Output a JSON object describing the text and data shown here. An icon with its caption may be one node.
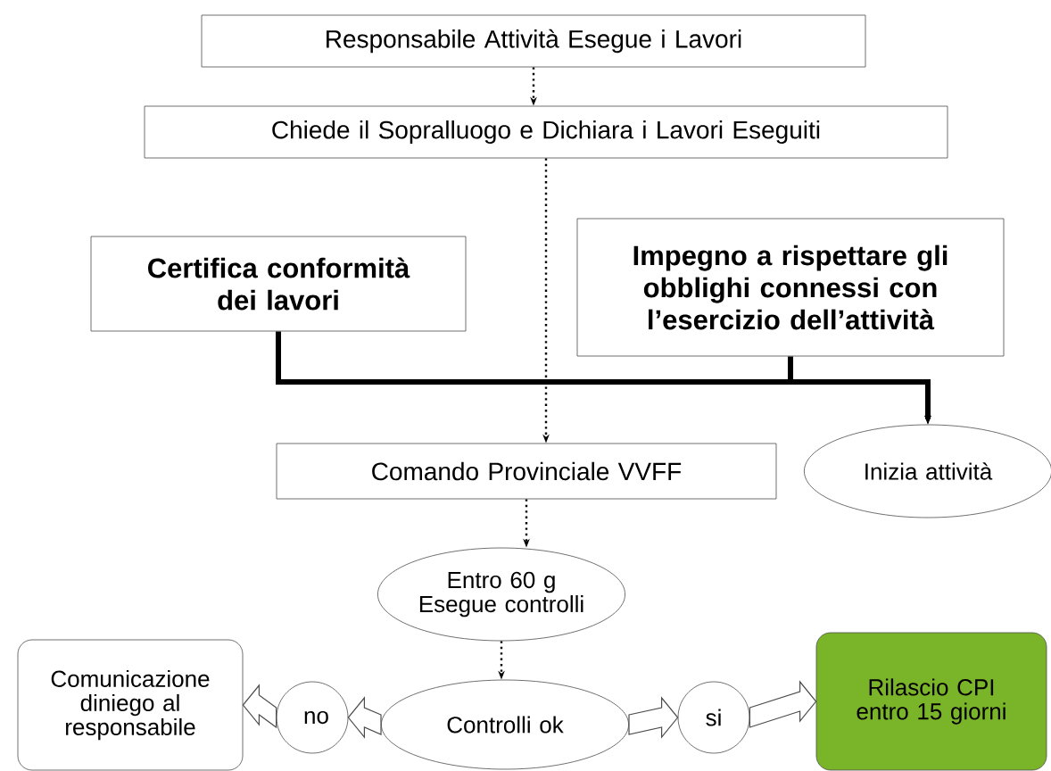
{
  "diagram": {
    "nodes": [
      {
        "text": [
          "Responsabile Attività Esegue i Lavori"
        ]
      },
      {
        "text": [
          "Chiede il Sopralluogo e Dichiara i Lavori Eseguiti"
        ]
      },
      {
        "text": [
          "Certifica conformità dei lavori"
        ]
      },
      {
        "text": [
          "Impegno a rispettare gli obblighi connessi con l’esercizio dell’attività"
        ]
      },
      {
        "text": [
          "Comando Provinciale VVFF"
        ]
      },
      {
        "text": [
          "Inizia attività"
        ]
      },
      {
        "text": [
          "Entro 60 g Esegue controlli"
        ]
      },
      {
        "text": [
          "Controlli ok"
        ]
      },
      {
        "text": [
          "no"
        ]
      },
      {
        "text": [
          "si"
        ]
      },
      {
        "text": [
          "Comunicazione diniego al responsabile"
        ]
      },
      {
        "text": [
          "Rilascio CPI entro 15 giorni"
        ]
      }
    ],
    "edges": [
      {
        "from": 0,
        "to": 1,
        "arrow": "to",
        "style": "dashed"
      },
      {
        "from": 1,
        "to": 4,
        "arrow": "to",
        "style": "dashed"
      },
      {
        "from": 2,
        "to": 5,
        "arrow": "to",
        "style": "thick"
      },
      {
        "from": 3,
        "to": 5,
        "arrow": "to",
        "style": "thick"
      },
      {
        "from": 4,
        "to": 6,
        "arrow": "to",
        "style": "dashed"
      },
      {
        "from": 6,
        "to": 7,
        "arrow": "to",
        "style": "dashed"
      },
      {
        "from": 7,
        "to": 8,
        "arrow": "to"
      },
      {
        "from": 8,
        "to": 10,
        "arrow": "to"
      },
      {
        "from": 7,
        "to": 9,
        "arrow": "to"
      },
      {
        "from": 9,
        "to": 11,
        "arrow": "to"
      }
    ]
  }
}
